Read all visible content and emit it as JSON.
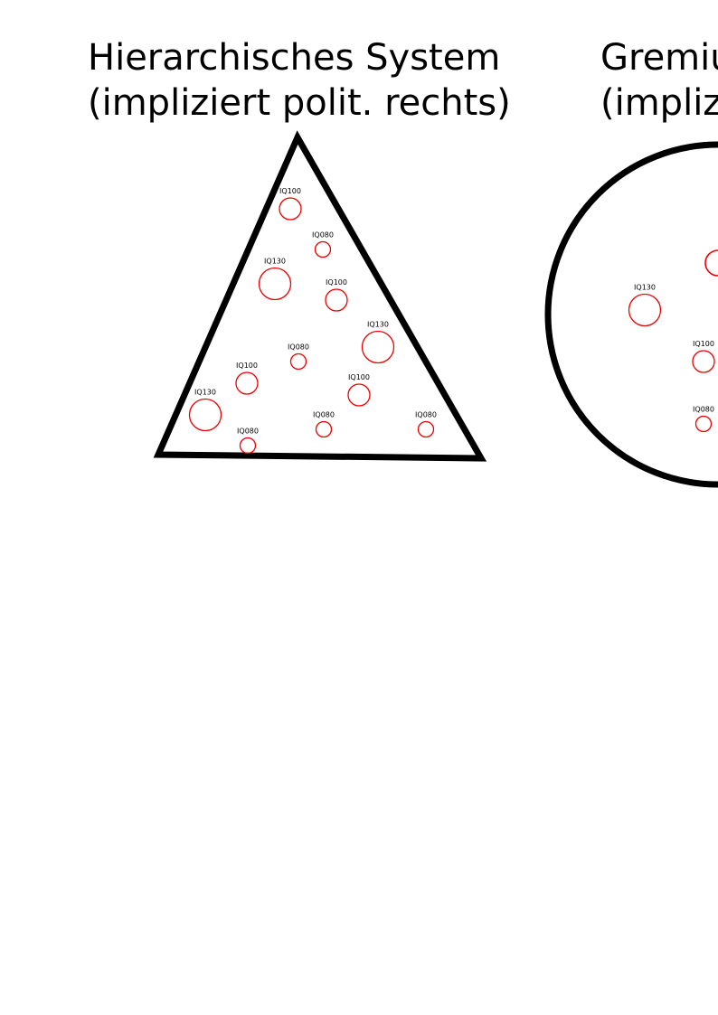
{
  "colors": {
    "node": "#ee0000",
    "shape": "#000000",
    "text": "#000000"
  },
  "diagrams": [
    {
      "name": "hierarchy",
      "title_line1": "Hierarchisches System",
      "title_line2": "(impliziert polit. rechts)",
      "shape": "triangle",
      "nodes": [
        {
          "label": "IQ100",
          "iq": 100
        },
        {
          "label": "IQ080",
          "iq": 80
        },
        {
          "label": "IQ130",
          "iq": 130
        },
        {
          "label": "IQ100",
          "iq": 100
        },
        {
          "label": "IQ130",
          "iq": 130
        },
        {
          "label": "IQ080",
          "iq": 80
        },
        {
          "label": "IQ100",
          "iq": 100
        },
        {
          "label": "IQ100",
          "iq": 100
        },
        {
          "label": "IQ130",
          "iq": 130
        },
        {
          "label": "IQ080",
          "iq": 80
        },
        {
          "label": "IQ080",
          "iq": 80
        },
        {
          "label": "IQ080",
          "iq": 80
        }
      ]
    },
    {
      "name": "committee",
      "title_line1": "Gremiu",
      "title_line2": "(impliz",
      "shape": "circle",
      "nodes": [
        {
          "label": "IQ130",
          "iq": 130
        },
        {
          "label": "IQ100",
          "iq": 100
        },
        {
          "label": "IQ080",
          "iq": 80
        }
      ]
    }
  ]
}
